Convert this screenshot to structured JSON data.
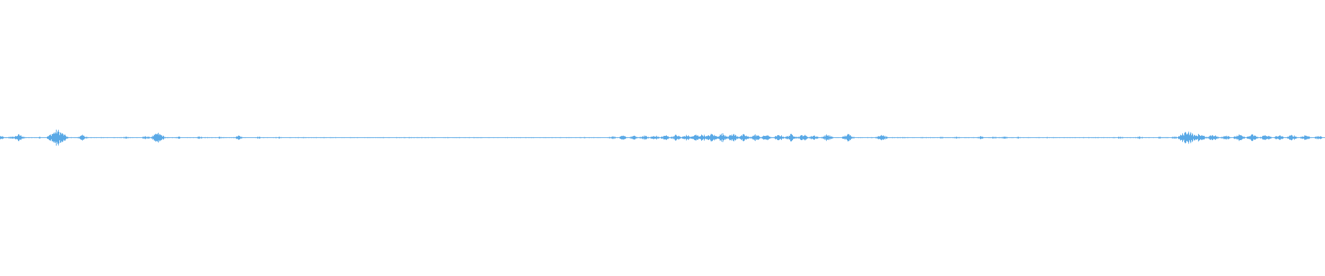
{
  "waveform": {
    "color": "#5aa9e6",
    "bursts": [
      [
        0.0,
        0.5
      ],
      [
        0.008,
        0.35
      ],
      [
        0.014,
        0.9
      ],
      [
        0.03,
        0.25
      ],
      [
        0.043,
        2.2
      ],
      [
        0.062,
        0.7
      ],
      [
        0.095,
        0.3
      ],
      [
        0.11,
        0.45
      ],
      [
        0.119,
        1.3
      ],
      [
        0.135,
        0.3
      ],
      [
        0.15,
        0.35
      ],
      [
        0.165,
        0.25
      ],
      [
        0.18,
        0.55
      ],
      [
        0.195,
        0.3
      ],
      [
        0.21,
        0.25
      ],
      [
        0.23,
        0.15
      ],
      [
        0.248,
        0.15
      ],
      [
        0.26,
        0.1
      ],
      [
        0.3,
        0.1
      ],
      [
        0.34,
        0.1
      ],
      [
        0.38,
        0.1
      ],
      [
        0.41,
        0.15
      ],
      [
        0.44,
        0.2
      ],
      [
        0.462,
        0.45
      ],
      [
        0.47,
        0.55
      ],
      [
        0.478,
        0.55
      ],
      [
        0.486,
        0.6
      ],
      [
        0.494,
        0.65
      ],
      [
        0.502,
        0.7
      ],
      [
        0.51,
        0.8
      ],
      [
        0.518,
        0.75
      ],
      [
        0.525,
        0.85
      ],
      [
        0.53,
        0.95
      ],
      [
        0.537,
        1.1
      ],
      [
        0.545,
        1.2
      ],
      [
        0.553,
        1.1
      ],
      [
        0.561,
        0.9
      ],
      [
        0.57,
        0.9
      ],
      [
        0.578,
        0.8
      ],
      [
        0.588,
        0.85
      ],
      [
        0.597,
        1.0
      ],
      [
        0.606,
        0.9
      ],
      [
        0.614,
        0.7
      ],
      [
        0.624,
        0.9
      ],
      [
        0.64,
        1.0
      ],
      [
        0.665,
        0.95
      ],
      [
        0.68,
        0.15
      ],
      [
        0.695,
        0.2
      ],
      [
        0.71,
        0.25
      ],
      [
        0.722,
        0.3
      ],
      [
        0.74,
        0.4
      ],
      [
        0.75,
        0.3
      ],
      [
        0.758,
        0.35
      ],
      [
        0.768,
        0.3
      ],
      [
        0.79,
        0.2
      ],
      [
        0.81,
        0.15
      ],
      [
        0.83,
        0.15
      ],
      [
        0.845,
        0.3
      ],
      [
        0.86,
        0.35
      ],
      [
        0.875,
        0.25
      ],
      [
        0.886,
        0.35
      ],
      [
        0.896,
        2.0
      ],
      [
        0.905,
        1.1
      ],
      [
        0.915,
        0.95
      ],
      [
        0.925,
        0.75
      ],
      [
        0.935,
        0.85
      ],
      [
        0.945,
        0.9
      ],
      [
        0.955,
        0.85
      ],
      [
        0.965,
        0.7
      ],
      [
        0.975,
        0.8
      ],
      [
        0.985,
        0.75
      ],
      [
        0.995,
        0.5
      ]
    ]
  }
}
